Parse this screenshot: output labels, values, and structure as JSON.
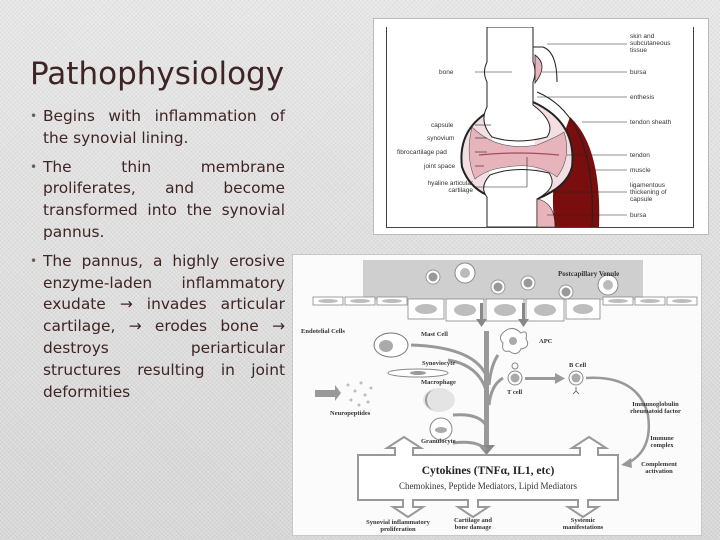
{
  "slide": {
    "title": "Pathophysiology",
    "bullets": [
      {
        "text": "Begins with inflammation of the synovial lining."
      },
      {
        "text": "The thin membrane proliferates, and become transformed into the synovial pannus."
      },
      {
        "text": "The pannus, a highly erosive enzyme-laden inflammatory exudate → invades articular cartilage, → erodes bone → destroys periarticular structures resulting in joint deformities"
      }
    ]
  },
  "joint_figure": {
    "labels_left": [
      "bone",
      "capsule",
      "synovium",
      "fibrocartilage pad",
      "joint space",
      "hyaline articular cartilage"
    ],
    "labels_right": [
      "skin and subcutaneous tissue",
      "bursa",
      "enthesis",
      "tendon sheath",
      "tendon",
      "muscle",
      "ligamentous thickening of capsule",
      "bursa"
    ],
    "colors": {
      "synovium": "#e8b4bc",
      "muscle": "#7a0e0e",
      "outline": "#222222"
    }
  },
  "cytokine_figure": {
    "venule_label": "Postcapillary Venule",
    "endothelial_label": "Endotelial Cells",
    "cells": {
      "mast": "Mast Cell",
      "synoviocyte": "Synoviocyte",
      "macrophage": "Macrophage",
      "granulocyte": "Granulocyte",
      "neuropeptides": "Neuropeptides",
      "apc": "APC",
      "tcell": "T cell",
      "bcell": "B Cell",
      "immunoglobulin": "Immunoglobulin rheumatoid factor",
      "immune_complex": "Immune complex",
      "complement": "Complement activation"
    },
    "cytokines_title": "Cytokines (TNFα, IL1, etc)",
    "cytokines_sub": "Chemokines, Peptide Mediators, Lipid Mediators",
    "outcomes": [
      "Synovial inflammatory proliferation",
      "Cartilage and bone damage",
      "Systemic manifestations"
    ]
  }
}
